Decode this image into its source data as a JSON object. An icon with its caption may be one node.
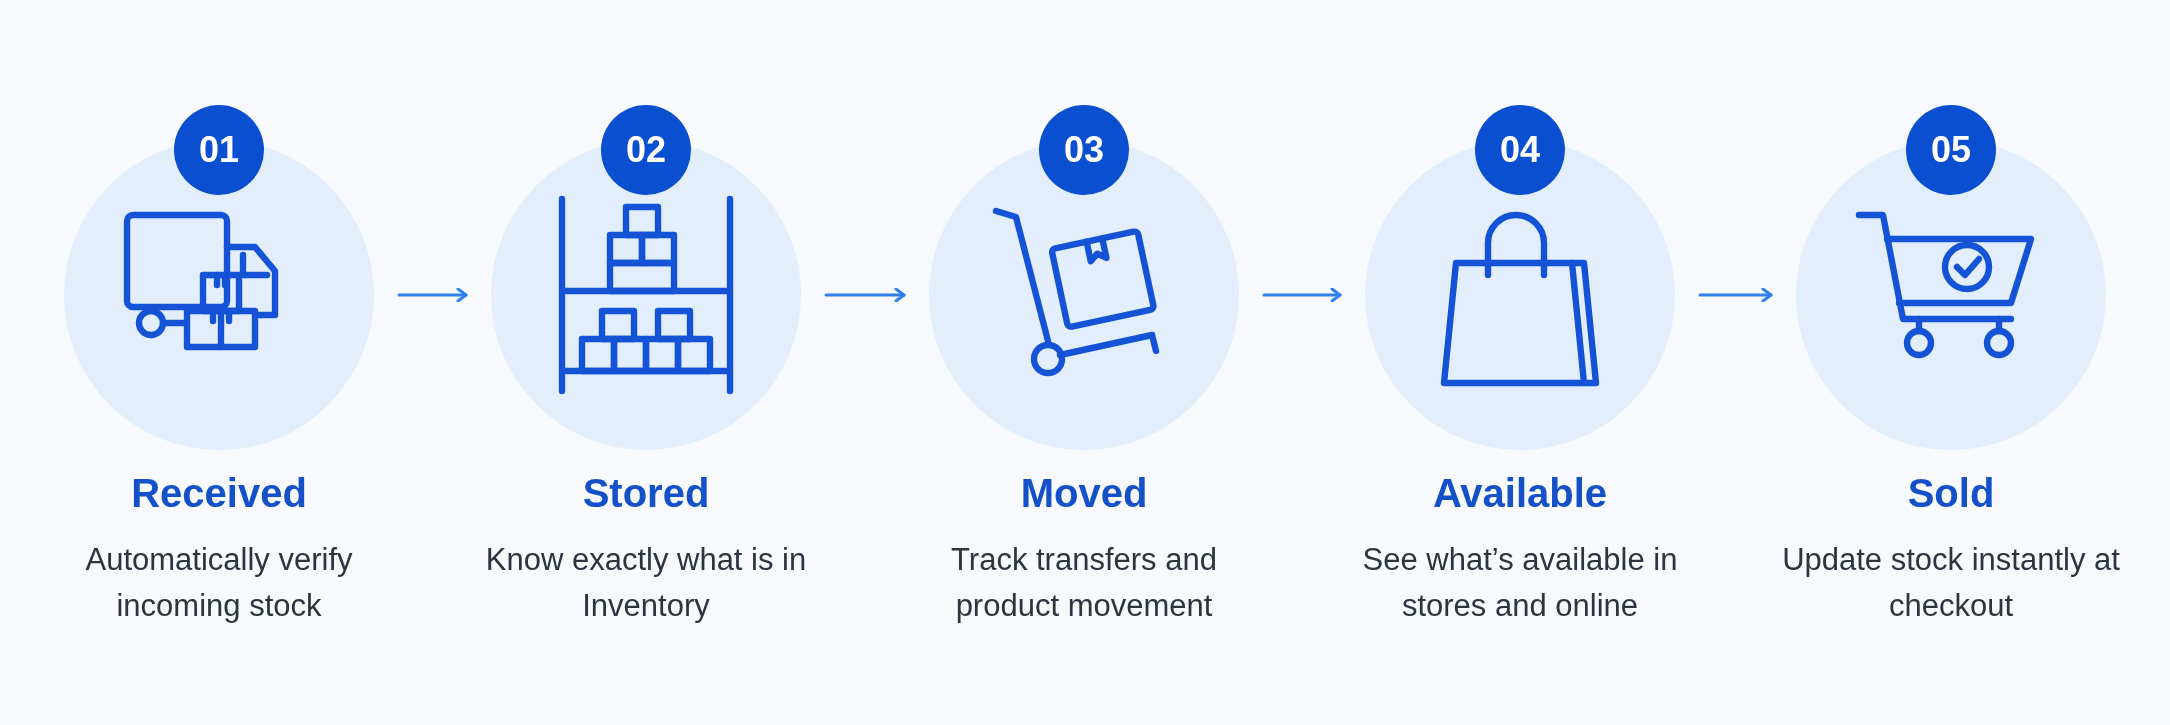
{
  "diagram": {
    "nodes": [
      {
        "text": [
          "01",
          "Received",
          "Automatically verify incoming stock"
        ]
      },
      {
        "text": [
          "02",
          "Stored",
          "Know exactly what is in Inventory"
        ]
      },
      {
        "text": [
          "03",
          "Moved",
          "Track transfers and product movement"
        ]
      },
      {
        "text": [
          "04",
          "Available",
          "See what’s available in stores and online"
        ]
      },
      {
        "text": [
          "05",
          "Sold",
          "Update stock instantly at checkout"
        ]
      }
    ],
    "edges": [
      {
        "from": 0,
        "to": 1,
        "arrow": "to"
      },
      {
        "from": 1,
        "to": 2,
        "arrow": "to"
      },
      {
        "from": 2,
        "to": 3,
        "arrow": "to"
      },
      {
        "from": 3,
        "to": 4,
        "arrow": "to"
      }
    ]
  }
}
